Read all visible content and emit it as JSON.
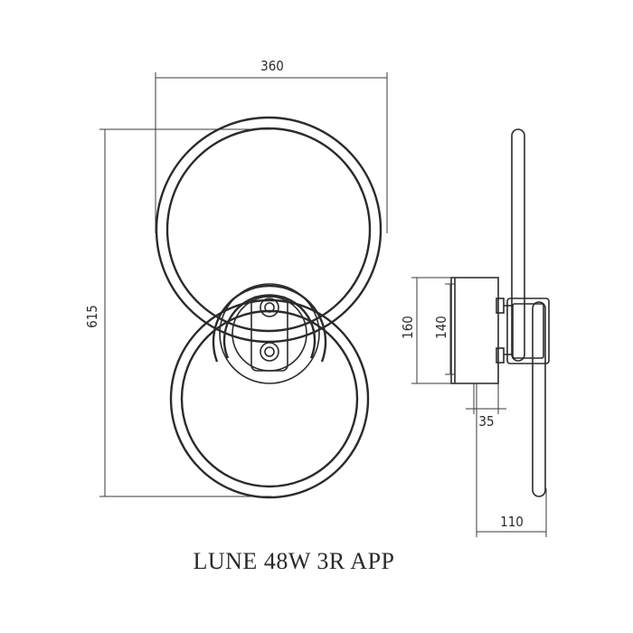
{
  "product": {
    "name": "LUNE 48W 3R APP"
  },
  "dimensions": {
    "width": "360",
    "height": "615",
    "base_outer": "160",
    "base_inner": "140",
    "base_depth": "35",
    "total_depth": "110"
  }
}
